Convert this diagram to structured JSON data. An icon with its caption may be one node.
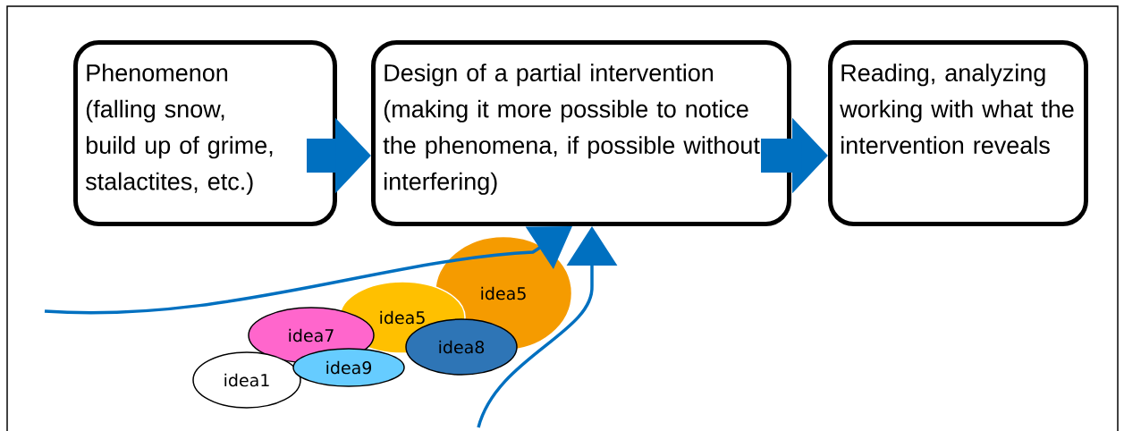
{
  "diagram": {
    "nodes": [
      {
        "text": [
          "Phenomenon (falling snow, build up of grime, stalactites, etc.)"
        ]
      },
      {
        "text": [
          "Design of a partial intervention (making it more possible to notice the phenomena, if possible without interfering)"
        ]
      },
      {
        "text": [
          "Reading, analyzing working with what the intervention reveals"
        ]
      },
      {
        "text": [
          "idea5"
        ]
      },
      {
        "text": [
          "idea5"
        ]
      },
      {
        "text": [
          "idea7"
        ]
      },
      {
        "text": [
          "idea1"
        ]
      },
      {
        "text": [
          "idea9"
        ]
      },
      {
        "text": [
          "idea8"
        ]
      }
    ],
    "edges": [
      {
        "from": 0,
        "to": 1,
        "arrow": "to",
        "style": "thick"
      },
      {
        "from": 1,
        "to": 2,
        "arrow": "to",
        "style": "thick"
      },
      {
        "from": null,
        "to": 1,
        "arrow": "to"
      },
      {
        "from": null,
        "to": 1,
        "arrow": "to"
      }
    ]
  }
}
